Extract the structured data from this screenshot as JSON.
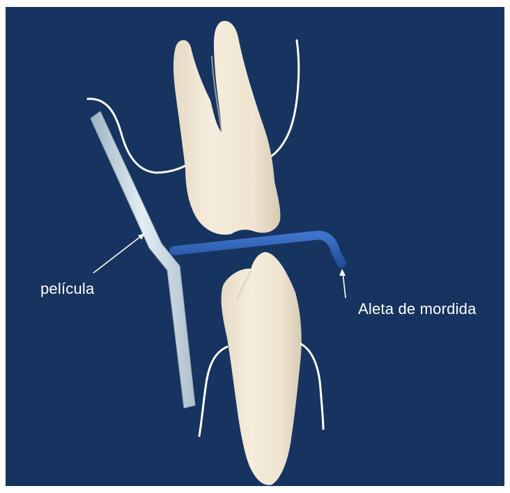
{
  "labels": {
    "film": "película",
    "bite_tab": "Aleta de mordida"
  },
  "colors": {
    "background": "#16345f",
    "tooth": "#f1e7d6",
    "tooth_shade": "#d9ccb6",
    "film": "#cfdde6",
    "bite_tab": "#2f62b8",
    "gum_line": "#ffffff"
  },
  "icons": {
    "upper_tooth": "molar-tooth-icon",
    "lower_tooth": "premolar-tooth-icon",
    "film": "x-ray-film-strip",
    "bite_tab": "bite-tab-bar"
  }
}
